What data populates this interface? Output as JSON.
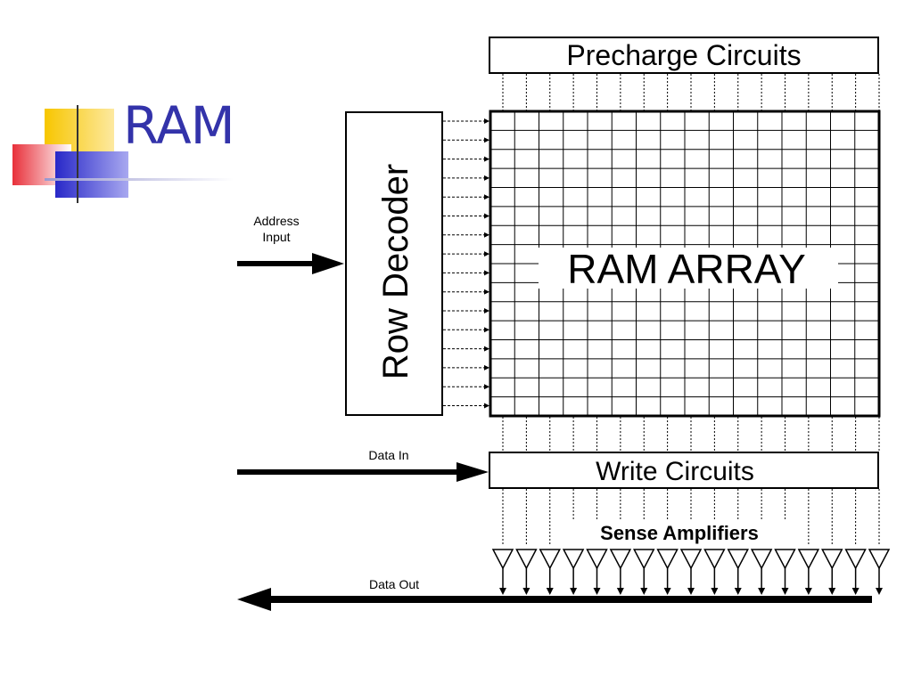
{
  "slide": {
    "title": "RAM"
  },
  "diagram": {
    "precharge_label": "Precharge Circuits",
    "row_decoder_label": "Row Decoder",
    "array_label": "RAM ARRAY",
    "address_input_line1": "Address",
    "address_input_line2": "Input",
    "write_circuits_label": "Write Circuits",
    "sense_amplifiers_label": "Sense Amplifiers",
    "data_in_label": "Data In",
    "data_out_label": "Data Out"
  },
  "colors": {
    "title": "#3333aa",
    "logo_yellow": "#f7c600",
    "logo_red": "#e8303a",
    "logo_blue": "#3333cc"
  }
}
